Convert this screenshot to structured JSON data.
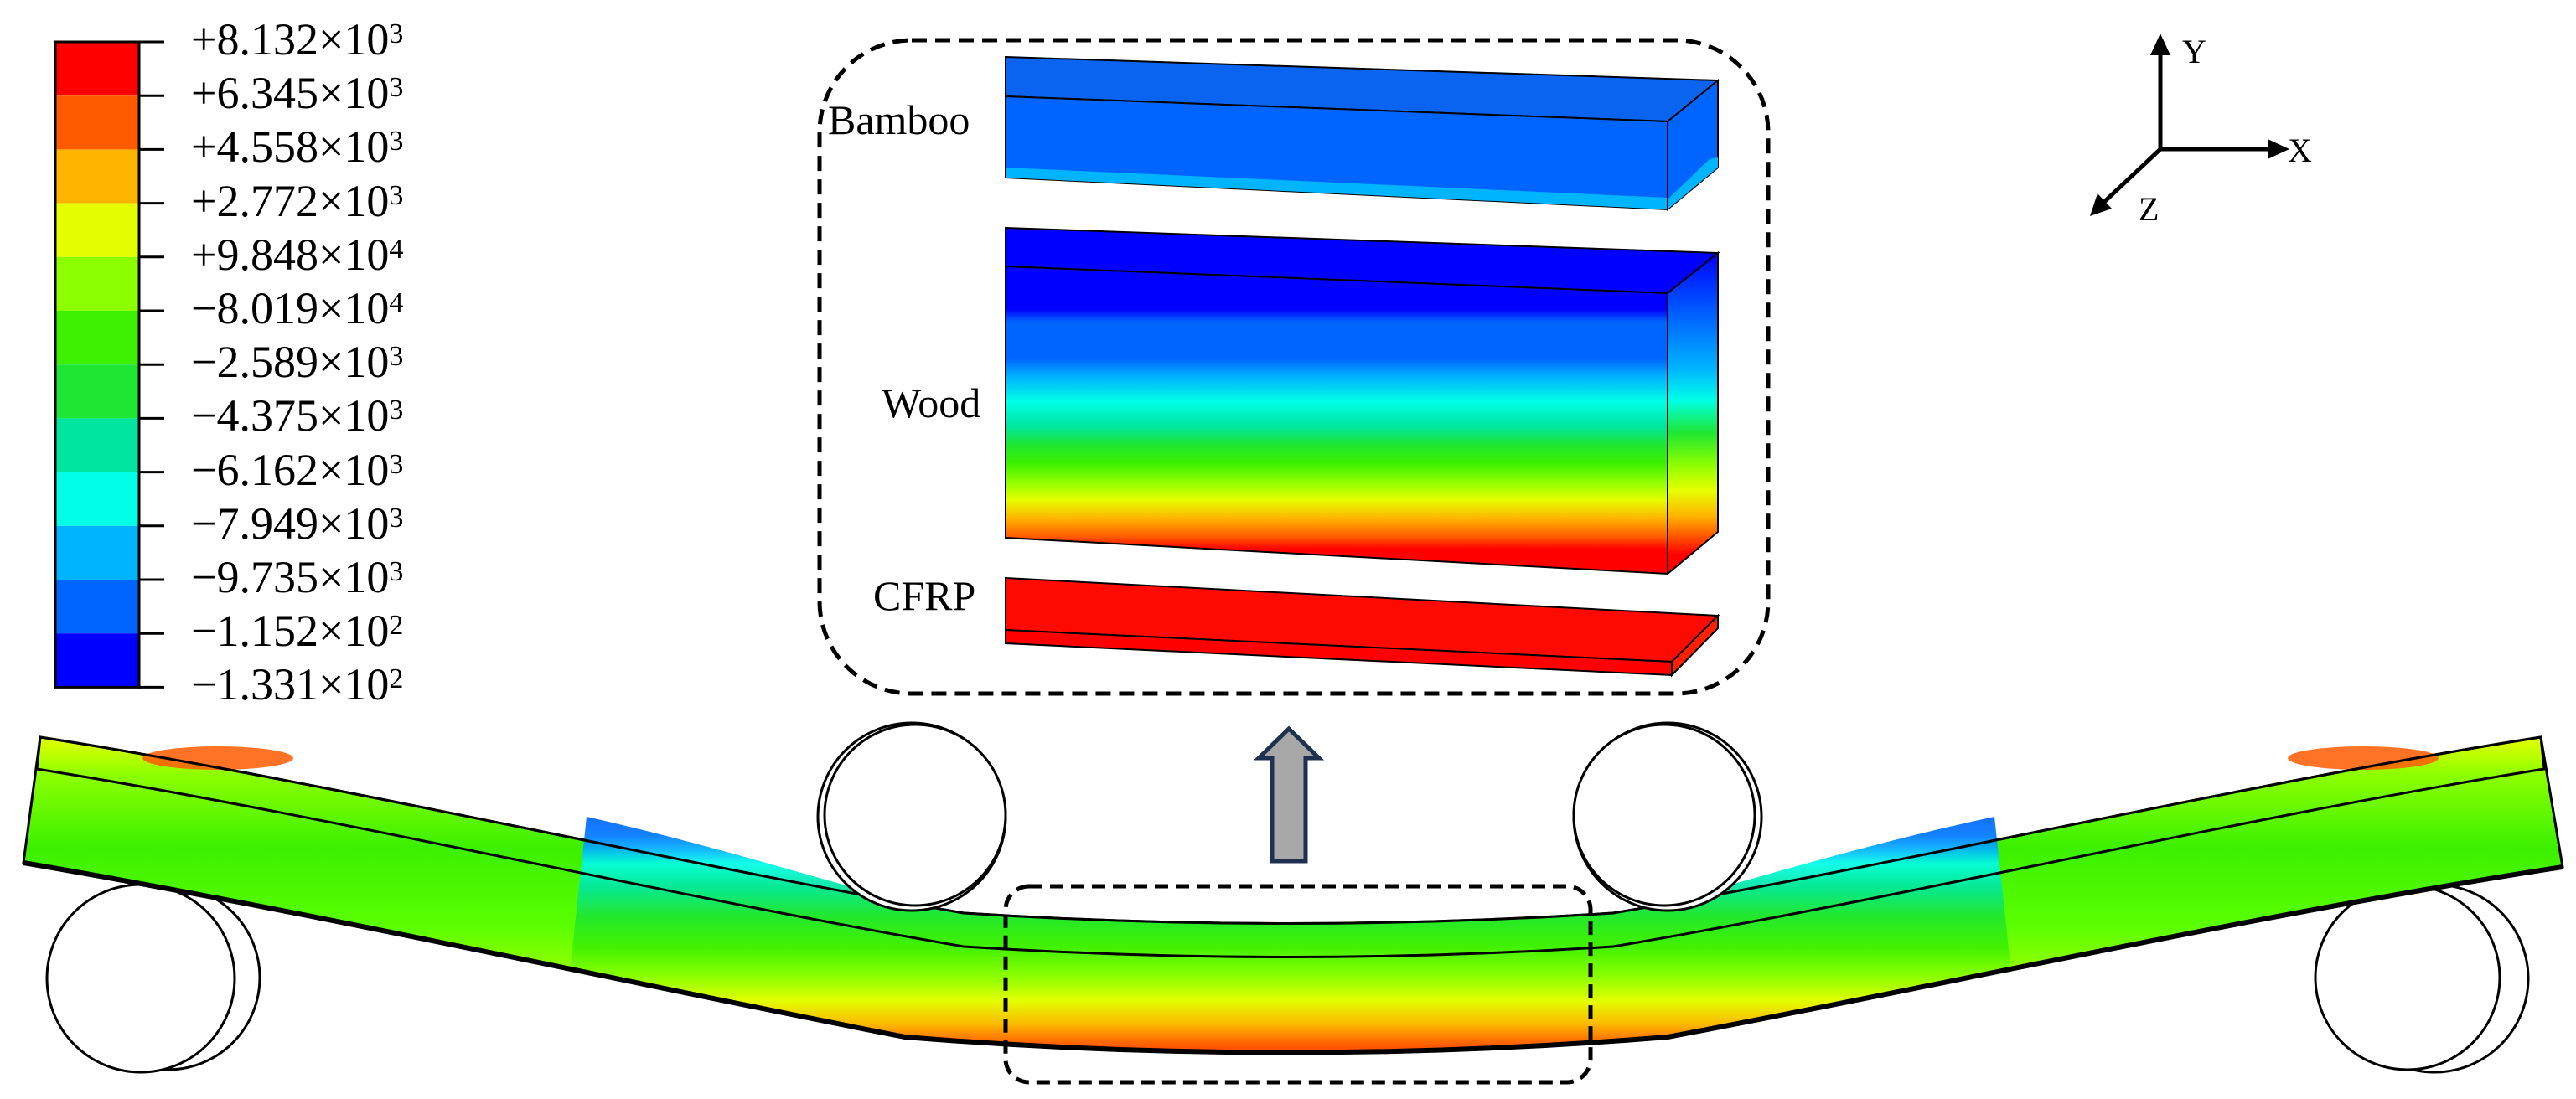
{
  "legend": {
    "colors": [
      "#ff0000",
      "#ff5a00",
      "#ffb400",
      "#e6ff00",
      "#8cff00",
      "#3cf000",
      "#1ee632",
      "#00e6a0",
      "#00ffe6",
      "#00b4ff",
      "#0064ff",
      "#0000ff"
    ],
    "tick_labels": [
      {
        "sign": "+",
        "mantissa": "8.132",
        "base": "×10",
        "exp": "3"
      },
      {
        "sign": "+",
        "mantissa": "6.345",
        "base": "×10",
        "exp": "3"
      },
      {
        "sign": "+",
        "mantissa": "4.558",
        "base": "×10",
        "exp": "3"
      },
      {
        "sign": "+",
        "mantissa": "2.772",
        "base": "×10",
        "exp": "3"
      },
      {
        "sign": "+",
        "mantissa": "9.848",
        "base": "×10",
        "exp": "4"
      },
      {
        "sign": "−",
        "mantissa": "8.019",
        "base": "×10",
        "exp": "4"
      },
      {
        "sign": "−",
        "mantissa": "2.589",
        "base": "×10",
        "exp": "3"
      },
      {
        "sign": "−",
        "mantissa": "4.375",
        "base": "×10",
        "exp": "3"
      },
      {
        "sign": "−",
        "mantissa": "6.162",
        "base": "×10",
        "exp": "3"
      },
      {
        "sign": "−",
        "mantissa": "7.949",
        "base": "×10",
        "exp": "3"
      },
      {
        "sign": "−",
        "mantissa": "9.735",
        "base": "×10",
        "exp": "3"
      },
      {
        "sign": "−",
        "mantissa": "1.152",
        "base": "×10",
        "exp": "2"
      },
      {
        "sign": "−",
        "mantissa": "1.331",
        "base": "×10",
        "exp": "2"
      }
    ]
  },
  "inset": {
    "bamboo_label": "Bamboo",
    "wood_label": "Wood",
    "cfrp_label": "CFRP"
  },
  "axes": {
    "y_label": "Y",
    "x_label": "X",
    "z_label": "Z"
  }
}
